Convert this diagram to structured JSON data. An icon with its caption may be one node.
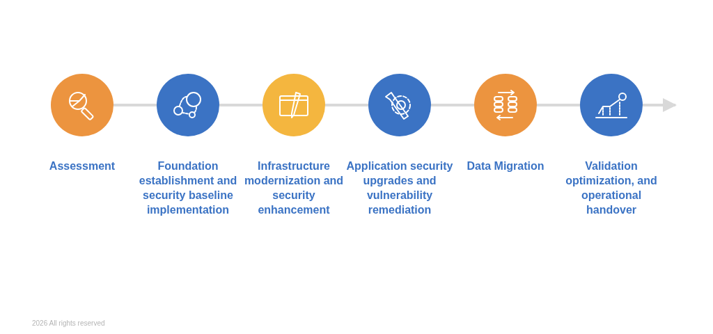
{
  "diagram": {
    "nodes": [
      {
        "text": [
          "Assessment"
        ]
      },
      {
        "text": [
          "Foundation establishment and security baseline implementation"
        ]
      },
      {
        "text": [
          "Infrastructure modernization and security enhancement"
        ]
      },
      {
        "text": [
          "Application security upgrades and vulnerability remediation"
        ]
      },
      {
        "text": [
          "Data Migration"
        ]
      },
      {
        "text": [
          "Validation optimization, and operational handover"
        ]
      }
    ],
    "edges": [
      {
        "from": 0,
        "to": 1,
        "arrow": "none"
      },
      {
        "from": 1,
        "to": 2,
        "arrow": "none"
      },
      {
        "from": 2,
        "to": 3,
        "arrow": "none"
      },
      {
        "from": 3,
        "to": 4,
        "arrow": "none"
      },
      {
        "from": 4,
        "to": 5,
        "arrow": "none"
      },
      {
        "from": 5,
        "to": null,
        "arrow": "to"
      }
    ],
    "labels": [
      "2026 All rights reserved"
    ]
  }
}
